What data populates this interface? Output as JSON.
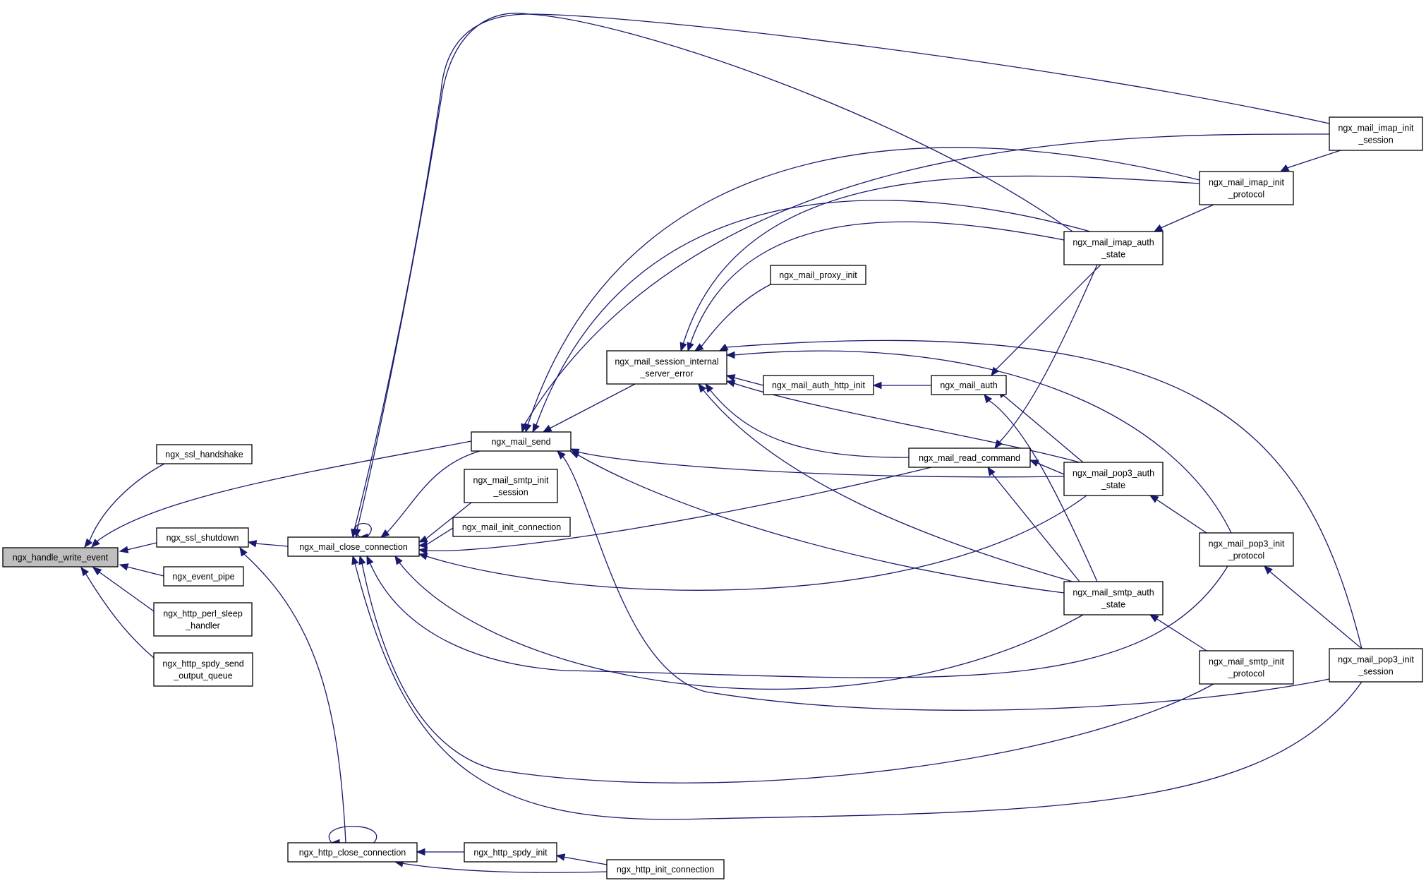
{
  "nodes": [
    {
      "id": "hwe",
      "lines": [
        "ngx_handle_write_event"
      ],
      "current": true
    },
    {
      "id": "ssh",
      "lines": [
        "ngx_ssl_handshake"
      ]
    },
    {
      "id": "ssd",
      "lines": [
        "ngx_ssl_shutdown"
      ]
    },
    {
      "id": "evp",
      "lines": [
        "ngx_event_pipe"
      ]
    },
    {
      "id": "hps",
      "lines": [
        "ngx_http_perl_sleep",
        "_handler"
      ]
    },
    {
      "id": "hsso",
      "lines": [
        "ngx_http_spdy_send",
        "_output_queue"
      ]
    },
    {
      "id": "mcc",
      "lines": [
        "ngx_mail_close_connection"
      ]
    },
    {
      "id": "hcc",
      "lines": [
        "ngx_http_close_connection"
      ]
    },
    {
      "id": "ms",
      "lines": [
        "ngx_mail_send"
      ]
    },
    {
      "id": "msis",
      "lines": [
        "ngx_mail_smtp_init",
        "_session"
      ]
    },
    {
      "id": "mic",
      "lines": [
        "ngx_mail_init_connection"
      ]
    },
    {
      "id": "hsi",
      "lines": [
        "ngx_http_spdy_init"
      ]
    },
    {
      "id": "hic",
      "lines": [
        "ngx_http_init_connection"
      ]
    },
    {
      "id": "msie",
      "lines": [
        "ngx_mail_session_internal",
        "_server_error"
      ]
    },
    {
      "id": "mpi",
      "lines": [
        "ngx_mail_proxy_init"
      ]
    },
    {
      "id": "mahi",
      "lines": [
        "ngx_mail_auth_http_init"
      ]
    },
    {
      "id": "ma",
      "lines": [
        "ngx_mail_auth"
      ]
    },
    {
      "id": "mrc",
      "lines": [
        "ngx_mail_read_command"
      ]
    },
    {
      "id": "mias",
      "lines": [
        "ngx_mail_imap_auth",
        "_state"
      ]
    },
    {
      "id": "mpas",
      "lines": [
        "ngx_mail_pop3_auth",
        "_state"
      ]
    },
    {
      "id": "msas",
      "lines": [
        "ngx_mail_smtp_auth",
        "_state"
      ]
    },
    {
      "id": "miip",
      "lines": [
        "ngx_mail_imap_init",
        "_protocol"
      ]
    },
    {
      "id": "mpip",
      "lines": [
        "ngx_mail_pop3_init",
        "_protocol"
      ]
    },
    {
      "id": "msip",
      "lines": [
        "ngx_mail_smtp_init",
        "_protocol"
      ]
    },
    {
      "id": "miis",
      "lines": [
        "ngx_mail_imap_init",
        "_session"
      ]
    },
    {
      "id": "mpis",
      "lines": [
        "ngx_mail_pop3_init",
        "_session"
      ]
    }
  ],
  "edges": [
    [
      "ssh",
      "hwe"
    ],
    [
      "ms",
      "hwe"
    ],
    [
      "ssd",
      "hwe"
    ],
    [
      "evp",
      "hwe"
    ],
    [
      "hps",
      "hwe"
    ],
    [
      "hsso",
      "hwe"
    ],
    [
      "mcc",
      "ssd"
    ],
    [
      "hcc",
      "ssd"
    ],
    [
      "mcc",
      "mcc"
    ],
    [
      "ms",
      "mcc"
    ],
    [
      "msis",
      "mcc"
    ],
    [
      "mic",
      "mcc"
    ],
    [
      "mrc",
      "mcc"
    ],
    [
      "mpas",
      "mcc"
    ],
    [
      "msas",
      "mcc"
    ],
    [
      "mpip",
      "mcc"
    ],
    [
      "msip",
      "mcc"
    ],
    [
      "mpis",
      "mcc"
    ],
    [
      "mias",
      "mcc"
    ],
    [
      "miis",
      "mcc"
    ],
    [
      "hcc",
      "hcc"
    ],
    [
      "hsi",
      "hcc"
    ],
    [
      "hic",
      "hcc"
    ],
    [
      "hic",
      "hsi"
    ],
    [
      "msie",
      "ms"
    ],
    [
      "mias",
      "ms"
    ],
    [
      "miip",
      "ms"
    ],
    [
      "miis",
      "ms"
    ],
    [
      "mpas",
      "ms"
    ],
    [
      "msas",
      "ms"
    ],
    [
      "mpis",
      "ms"
    ],
    [
      "mpi",
      "msie"
    ],
    [
      "mahi",
      "msie"
    ],
    [
      "mrc",
      "msie"
    ],
    [
      "mpas",
      "msie"
    ],
    [
      "msas",
      "msie"
    ],
    [
      "mias",
      "msie"
    ],
    [
      "miip",
      "msie"
    ],
    [
      "mpip",
      "msie"
    ],
    [
      "mpis",
      "msie"
    ],
    [
      "ma",
      "mahi"
    ],
    [
      "mias",
      "ma"
    ],
    [
      "mpas",
      "ma"
    ],
    [
      "msas",
      "ma"
    ],
    [
      "mias",
      "mrc"
    ],
    [
      "mpas",
      "mrc"
    ],
    [
      "msas",
      "mrc"
    ],
    [
      "miip",
      "mias"
    ],
    [
      "miis",
      "miip"
    ],
    [
      "mpip",
      "mpas"
    ],
    [
      "mpis",
      "mpip"
    ],
    [
      "msip",
      "msas"
    ]
  ]
}
